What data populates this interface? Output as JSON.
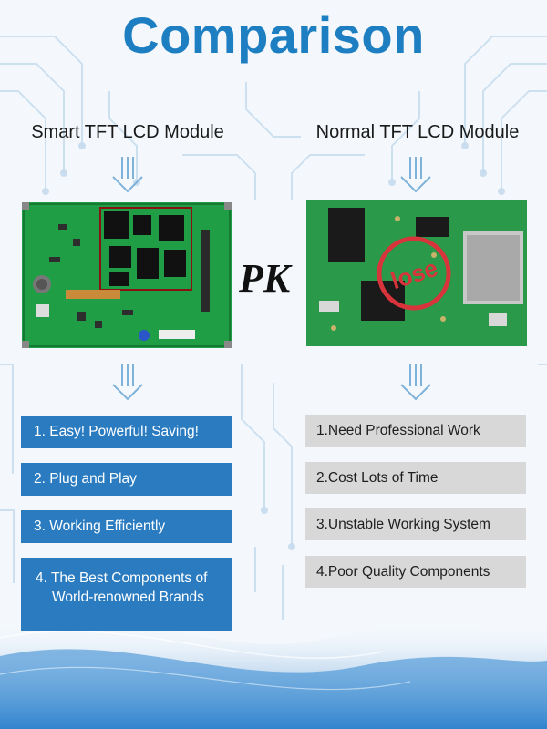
{
  "title": "Comparison",
  "left_column": {
    "heading": "Smart TFT LCD Module",
    "features": [
      "1. Easy! Powerful! Saving!",
      "2. Plug and Play",
      "3. Working Efficiently",
      "4. The Best Components of World-renowned Brands"
    ]
  },
  "right_column": {
    "heading": "Normal TFT LCD Module",
    "stamp_text": "lose",
    "drawbacks": [
      "1.Need Professional Work",
      "2.Cost Lots of Time",
      "3.Unstable Working System",
      "4.Poor Quality Components"
    ]
  },
  "versus_text": "PK",
  "colors": {
    "title_blue": "#1d7fc2",
    "feature_blue": "#2a7bc0",
    "drawback_gray": "#d8d8d8",
    "pcb_green": "#1f9e45",
    "stamp_red": "#d8343b",
    "circuit_line": "#bcd6ea"
  }
}
